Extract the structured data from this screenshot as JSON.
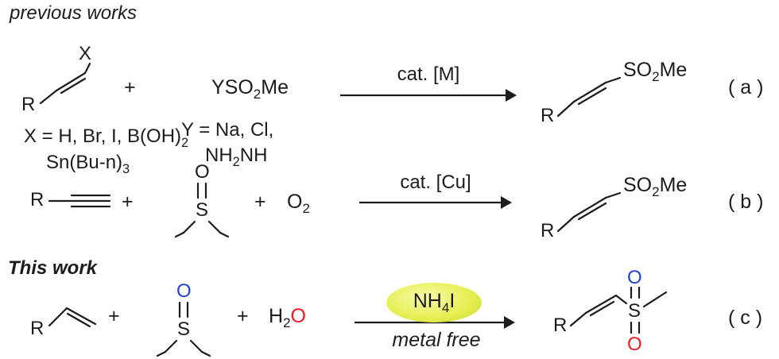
{
  "headings": {
    "previous_works": "previous works",
    "this_work": "This work"
  },
  "labels": {
    "plus": "+"
  },
  "colors": {
    "ink": "#1c1c1c",
    "blue": "#2442cc",
    "red": "#ed1c24",
    "ellipse_center": "#f6f9ad",
    "ellipse_edge": "#cbdc28"
  },
  "structures": {
    "vinyl_halide": {
      "R": "R",
      "X": "X"
    },
    "alkyne": {
      "R": "R"
    },
    "dmso_b": {
      "O": "O",
      "S": "S"
    },
    "dmso_c": {
      "O": "O",
      "S": "S"
    },
    "vinyl": {
      "R": "R"
    },
    "product_a": {
      "R": "R",
      "group": [
        {
          "t": "SO"
        },
        {
          "t": "2",
          "sub": true
        },
        {
          "t": "Me"
        }
      ]
    },
    "product_b": {
      "R": "R",
      "group": [
        {
          "t": "SO"
        },
        {
          "t": "2",
          "sub": true
        },
        {
          "t": "Me"
        }
      ]
    },
    "product_c": {
      "R": "R",
      "S": "S",
      "O_top": "O",
      "O_bottom": "O"
    }
  },
  "reaction_a": {
    "reagent": [
      {
        "t": "YSO"
      },
      {
        "t": "2",
        "sub": true
      },
      {
        "t": "Me"
      }
    ],
    "catalyst": "cat. [M]",
    "equation_label": "( a )",
    "x_scope_line1": [
      {
        "t": "X = H, Br, I, B(OH)"
      },
      {
        "t": "2",
        "sub": true
      }
    ],
    "x_scope_line2": [
      {
        "t": "Sn(Bu-n)"
      },
      {
        "t": "3",
        "sub": true
      }
    ],
    "y_scope_line1": [
      {
        "t": "Y = Na, Cl,"
      }
    ],
    "y_scope_line2": [
      {
        "t": "NH"
      },
      {
        "t": "2",
        "sub": true
      },
      {
        "t": "NH"
      }
    ]
  },
  "reaction_b": {
    "oxidant": [
      {
        "t": "O"
      },
      {
        "t": "2",
        "sub": true
      }
    ],
    "catalyst": "cat. [Cu]",
    "equation_label": "( b )"
  },
  "reaction_c": {
    "water": [
      {
        "t": "H"
      },
      {
        "t": "2",
        "sub": true
      },
      {
        "t": "O",
        "c": "#ed1c24"
      }
    ],
    "promoter": [
      {
        "t": "NH"
      },
      {
        "t": "4",
        "sub": true
      },
      {
        "t": "I"
      }
    ],
    "condition": "metal free",
    "equation_label": "( c )"
  }
}
